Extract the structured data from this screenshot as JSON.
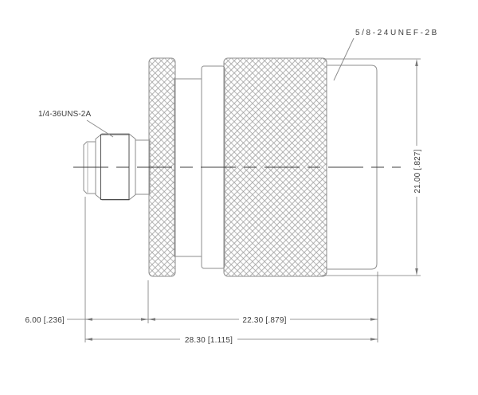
{
  "colors": {
    "background": "#ffffff",
    "outline": "#8e8e8e",
    "detail": "#3f3f3f",
    "dimension": "#787878",
    "knurl_hatch": "#9c9c9c",
    "text": "#3d3d3d"
  },
  "drawing": {
    "type": "technical-drawing",
    "view": "side-profile-connector",
    "callouts": {
      "small_thread": "1/4-36UNS-2A",
      "large_thread": "5/8-24UNEF-2B"
    },
    "dimensions": {
      "outer_diameter": "21.00 [.827]",
      "interface_length": "6.00 [.236]",
      "body_length": "22.30 [.879]",
      "overall_length": "28.30 [1.115]"
    }
  }
}
